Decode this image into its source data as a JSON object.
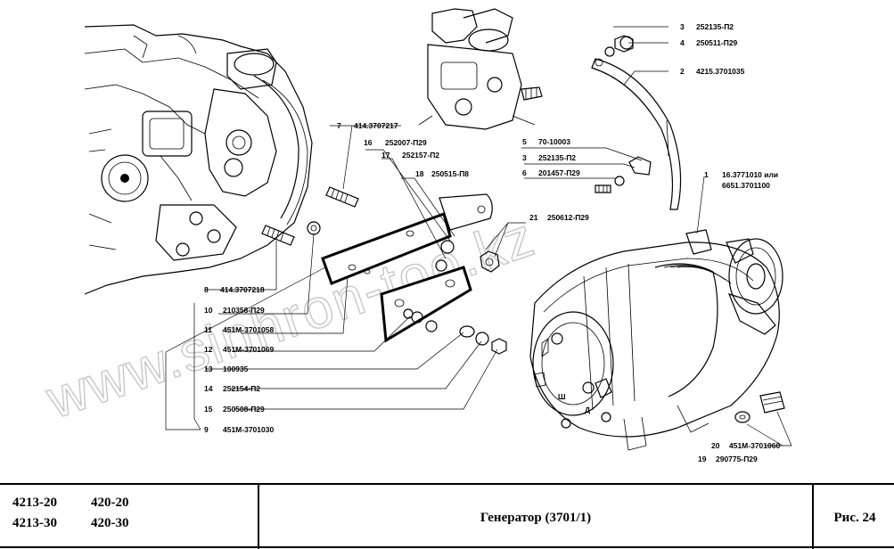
{
  "watermark": "www.sinhron-too.kz",
  "title_block": {
    "models": [
      [
        "4213-20",
        "420-20"
      ],
      [
        "4213-30",
        "420-30"
      ]
    ],
    "title": "Генератор (3701/1)",
    "figure": "Рис. 24"
  },
  "callouts": [
    {
      "n": "3",
      "part": "252135-П2"
    },
    {
      "n": "4",
      "part": "250511-П29"
    },
    {
      "n": "2",
      "part": "4215.3701035"
    },
    {
      "n": "7",
      "part": "414.3707217"
    },
    {
      "n": "16",
      "part": "252007-П29"
    },
    {
      "n": "17",
      "part": "252157-П2"
    },
    {
      "n": "18",
      "part": "250515-П8"
    },
    {
      "n": "5",
      "part": "70-10003"
    },
    {
      "n": "3",
      "part": "252135-П2"
    },
    {
      "n": "6",
      "part": "201457-П29"
    },
    {
      "n": "1",
      "part": "16.3771010 или",
      "part2": "6651.3701100"
    },
    {
      "n": "21",
      "part": "250612-П29"
    },
    {
      "n": "8",
      "part": "414.3707218"
    },
    {
      "n": "10",
      "part": "210358-П29"
    },
    {
      "n": "11",
      "part": "451М-3701058"
    },
    {
      "n": "12",
      "part": "451М-3701069"
    },
    {
      "n": "13",
      "part": "100935"
    },
    {
      "n": "14",
      "part": "252154-П2"
    },
    {
      "n": "15",
      "part": "250508-П29"
    },
    {
      "n": "9",
      "part": "451М-3701030"
    },
    {
      "n": "20",
      "part": "451М-3701060"
    },
    {
      "n": "19",
      "part": "290775-П29"
    }
  ],
  "terminal_marks": [
    "Д",
    "Ш"
  ]
}
